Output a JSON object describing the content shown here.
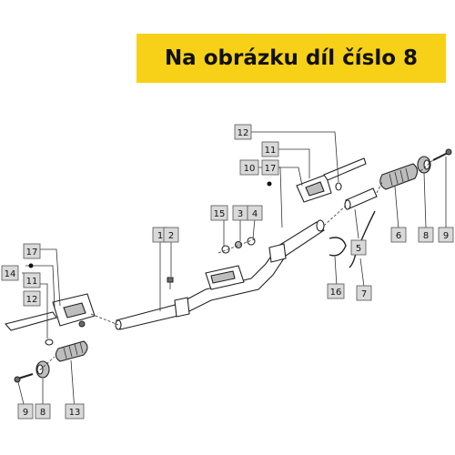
{
  "banner": {
    "text": "Na obrázku díl číslo 8",
    "color": "#f7d117"
  },
  "callouts": [
    "1",
    "2",
    "3",
    "4",
    "5",
    "6",
    "7",
    "8",
    "8",
    "9",
    "9",
    "10",
    "11",
    "11",
    "12",
    "12",
    "13",
    "14",
    "15",
    "16",
    "17",
    "17"
  ]
}
